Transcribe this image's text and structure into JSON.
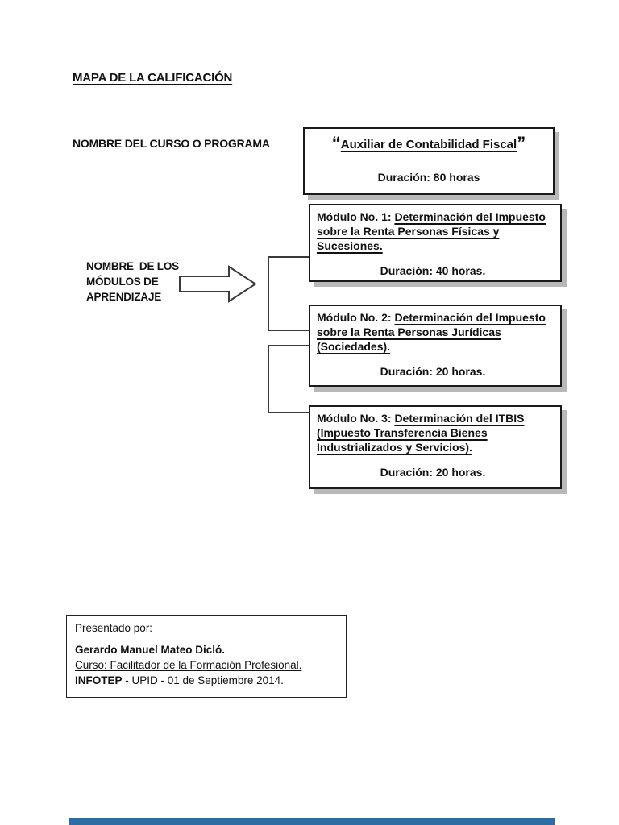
{
  "page": {
    "title": "MAPA DE LA CALIFICACIÓN"
  },
  "course_section": {
    "label": "NOMBRE DEL CURSO O PROGRAMA",
    "course_box": {
      "open_quote": "“",
      "name": "Auxiliar de Contabilidad Fiscal",
      "close_quote": "”",
      "duration": "Duración: 80 horas"
    }
  },
  "modules_section": {
    "label": "NOMBRE  DE LOS\nMÓDULOS DE\nAPRENDIZAJE",
    "modules": [
      {
        "prefix": "Módulo No. 1: ",
        "title": "Determinación del Impuesto sobre la Renta Personas Físicas y Sucesiones.",
        "duration": "Duración: 40 horas."
      },
      {
        "prefix": "Módulo No. 2: ",
        "title": "Determinación del Impuesto sobre la Renta Personas Jurídicas (Sociedades).",
        "duration": "Duración: 20 horas."
      },
      {
        "prefix": "Módulo No. 3: ",
        "title": "Determinación del ITBIS (Impuesto Transferencia Bienes Industrializados y Servicios).",
        "duration": "Duración: 20 horas."
      }
    ]
  },
  "footer_box": {
    "presented_by": "Presentado por:",
    "author": "Gerardo Manuel Mateo Dicló.",
    "course_line": "Curso: Facilitador de la Formación Profesional.",
    "institution": "INFOTEP",
    "institution_rest": " - UPID - 01 de Septiembre 2014."
  },
  "colors": {
    "box_shadow": "#b8b8b8",
    "border": "#1a1a1a",
    "bottom_bar": "#2e6da4"
  }
}
